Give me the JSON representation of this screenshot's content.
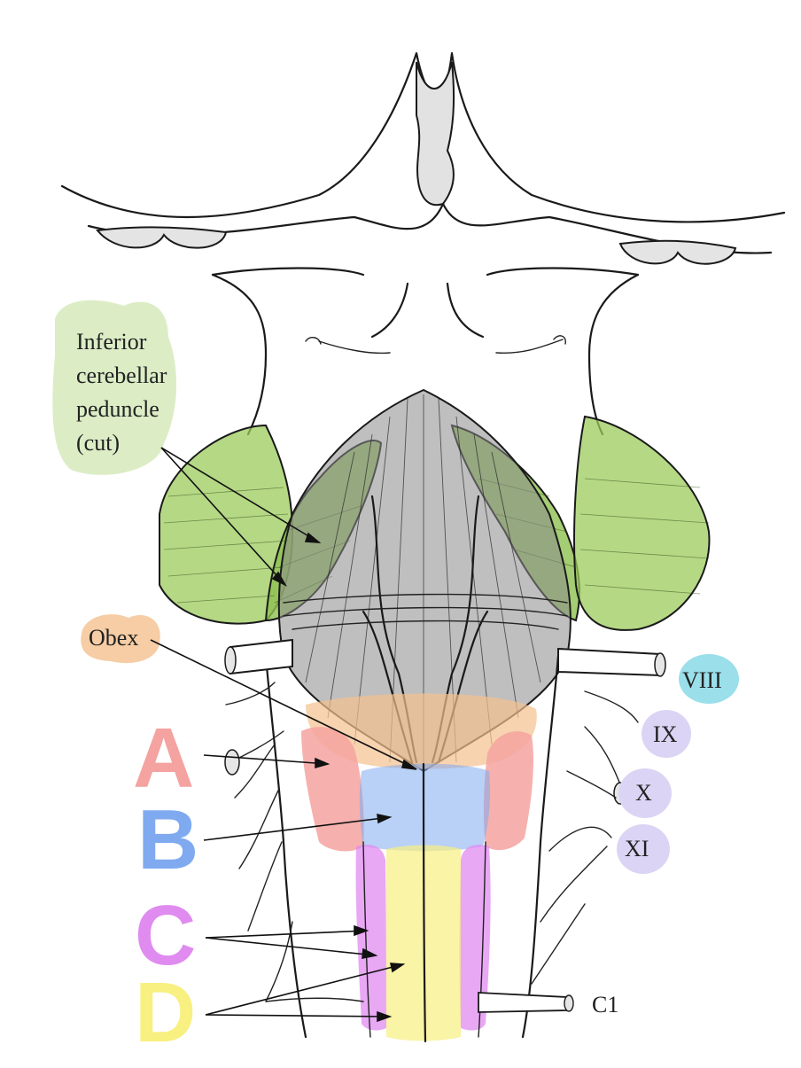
{
  "labels": {
    "inferior_cerebellar_peduncle": [
      "Inferior",
      "cerebellar",
      "peduncle",
      "(cut)"
    ],
    "obex": "Obex",
    "viii": "VIII",
    "ix": "IX",
    "x": "X",
    "xi": "XI",
    "c1": "C1",
    "a": "A",
    "b": "B",
    "c": "C",
    "d": "D"
  },
  "colors": {
    "peduncle_green": "#9ccb5c",
    "obex_orange": "#f4c08e",
    "viii_cyan": "#8fdce8",
    "cranial_nerve_lavender": "#dcd4f4",
    "a_pink": "#f4a3a0",
    "b_blue": "#7faaf0",
    "c_violet": "#e08bf0",
    "d_yellow": "#f8f080"
  }
}
